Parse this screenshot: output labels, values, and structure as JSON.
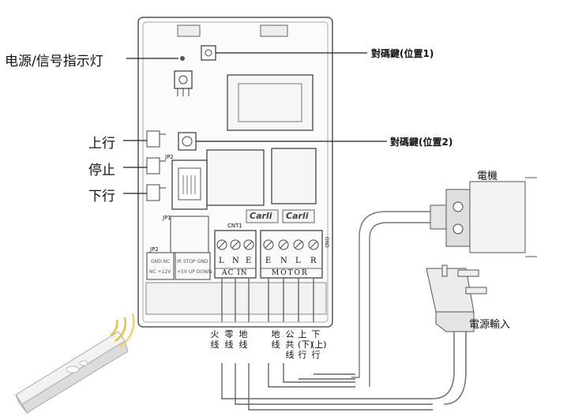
{
  "labels": {
    "power_signal_indicator": "电源/信号指示灯",
    "pairing_key_pos1": "對碼鍵(位置1)",
    "pairing_key_pos2": "對碼鍵(位置2)",
    "up": "上行",
    "stop": "停止",
    "down": "下行",
    "motor": "電機",
    "power_input": "電源輸入"
  },
  "board": {
    "jumper_jp2_top": "JP2",
    "jumper_jp1": "JP1",
    "jumper_jp2_left": "JP2",
    "connector": "CNT1",
    "brand_left": "Carli",
    "brand_right": "Carli",
    "ac_terminals": [
      "L",
      "N",
      "E"
    ],
    "ac_group_label": "AC IN",
    "motor_terminals": [
      "E",
      "N",
      "L",
      "R"
    ],
    "motor_group_label": "MOTOR",
    "side_mark": "GND"
  },
  "wires": {
    "fire": "火线",
    "neutral": "零线",
    "ground": "地线",
    "motor_ground": "地线",
    "common": "公共线",
    "up_down": "上(下)行",
    "down_up": "下(上)行"
  }
}
